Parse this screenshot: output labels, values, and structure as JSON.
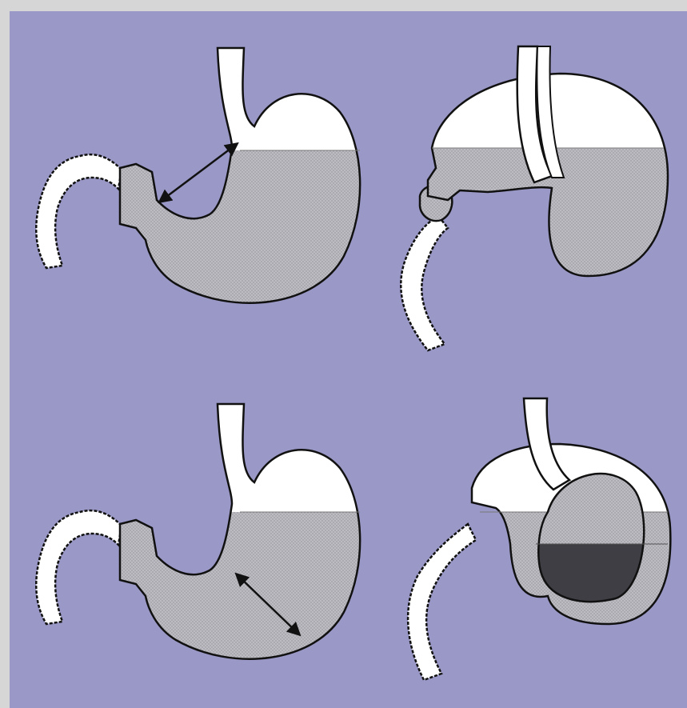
{
  "colors": {
    "background": "#9a98c6",
    "border": "#d6d6d6",
    "organ": "#ffffff",
    "fluid": "#b9b9bd",
    "dark_fluid": "#3e3e44",
    "outline": "#111111"
  },
  "panels": [
    {
      "name": "stomach-top-left",
      "icon": "stomach-icon",
      "has_arrow": true
    },
    {
      "name": "stomach-top-right",
      "icon": "stomach-icon",
      "has_arrow": false
    },
    {
      "name": "stomach-bottom-left",
      "icon": "stomach-icon",
      "has_arrow": true
    },
    {
      "name": "stomach-bottom-right",
      "icon": "stomach-icon",
      "has_arrow": false,
      "has_dark_fluid": true
    }
  ]
}
